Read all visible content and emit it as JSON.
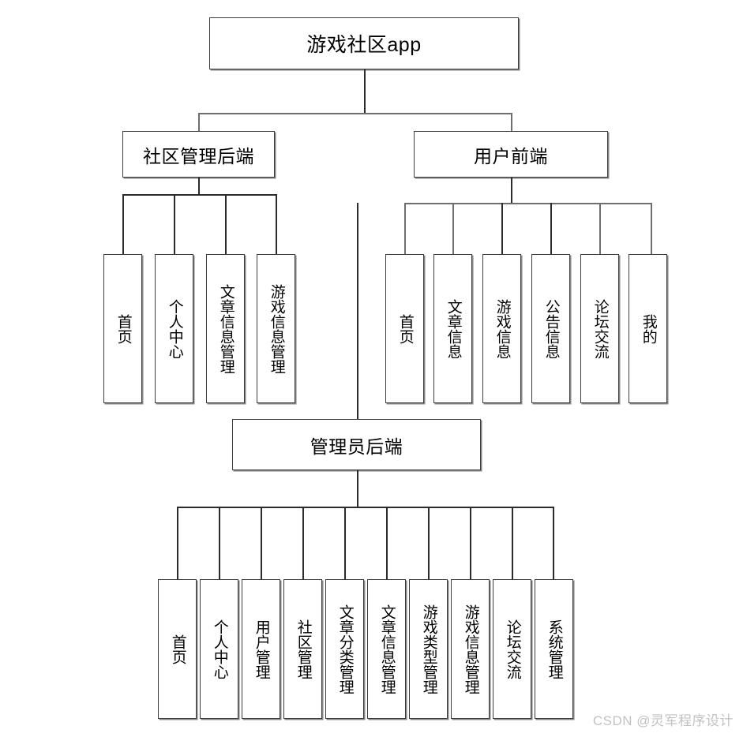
{
  "diagram": {
    "type": "tree-hierarchy",
    "title": "游戏社区app",
    "watermark": "CSDN @灵军程序设计",
    "colors": {
      "background": "#ffffff",
      "box_border": "#3c3c3c",
      "box_shadow": "#6e6e6e",
      "line": "#2b2b2b",
      "text": "#000000",
      "watermark": "#c2c2c2"
    },
    "root": {
      "label": "游戏社区app"
    },
    "level2": [
      {
        "label": "社区管理后端"
      },
      {
        "label": "用户前端"
      }
    ],
    "admin_node": {
      "label": "管理员后端"
    },
    "community_backend_children": [
      {
        "label": "首页"
      },
      {
        "label": "个人中心"
      },
      {
        "label": "文章信息管理"
      },
      {
        "label": "游戏信息管理"
      }
    ],
    "user_frontend_children": [
      {
        "label": "首页"
      },
      {
        "label": "文章信息"
      },
      {
        "label": "游戏信息"
      },
      {
        "label": "公告信息"
      },
      {
        "label": "论坛交流"
      },
      {
        "label": "我的"
      }
    ],
    "admin_backend_children": [
      {
        "label": "首页"
      },
      {
        "label": "个人中心"
      },
      {
        "label": "用户管理"
      },
      {
        "label": "社区管理"
      },
      {
        "label": "文章分类管理"
      },
      {
        "label": "文章信息管理"
      },
      {
        "label": "游戏类型管理"
      },
      {
        "label": "游戏信息管理"
      },
      {
        "label": "论坛交流"
      },
      {
        "label": "系统管理"
      }
    ]
  }
}
